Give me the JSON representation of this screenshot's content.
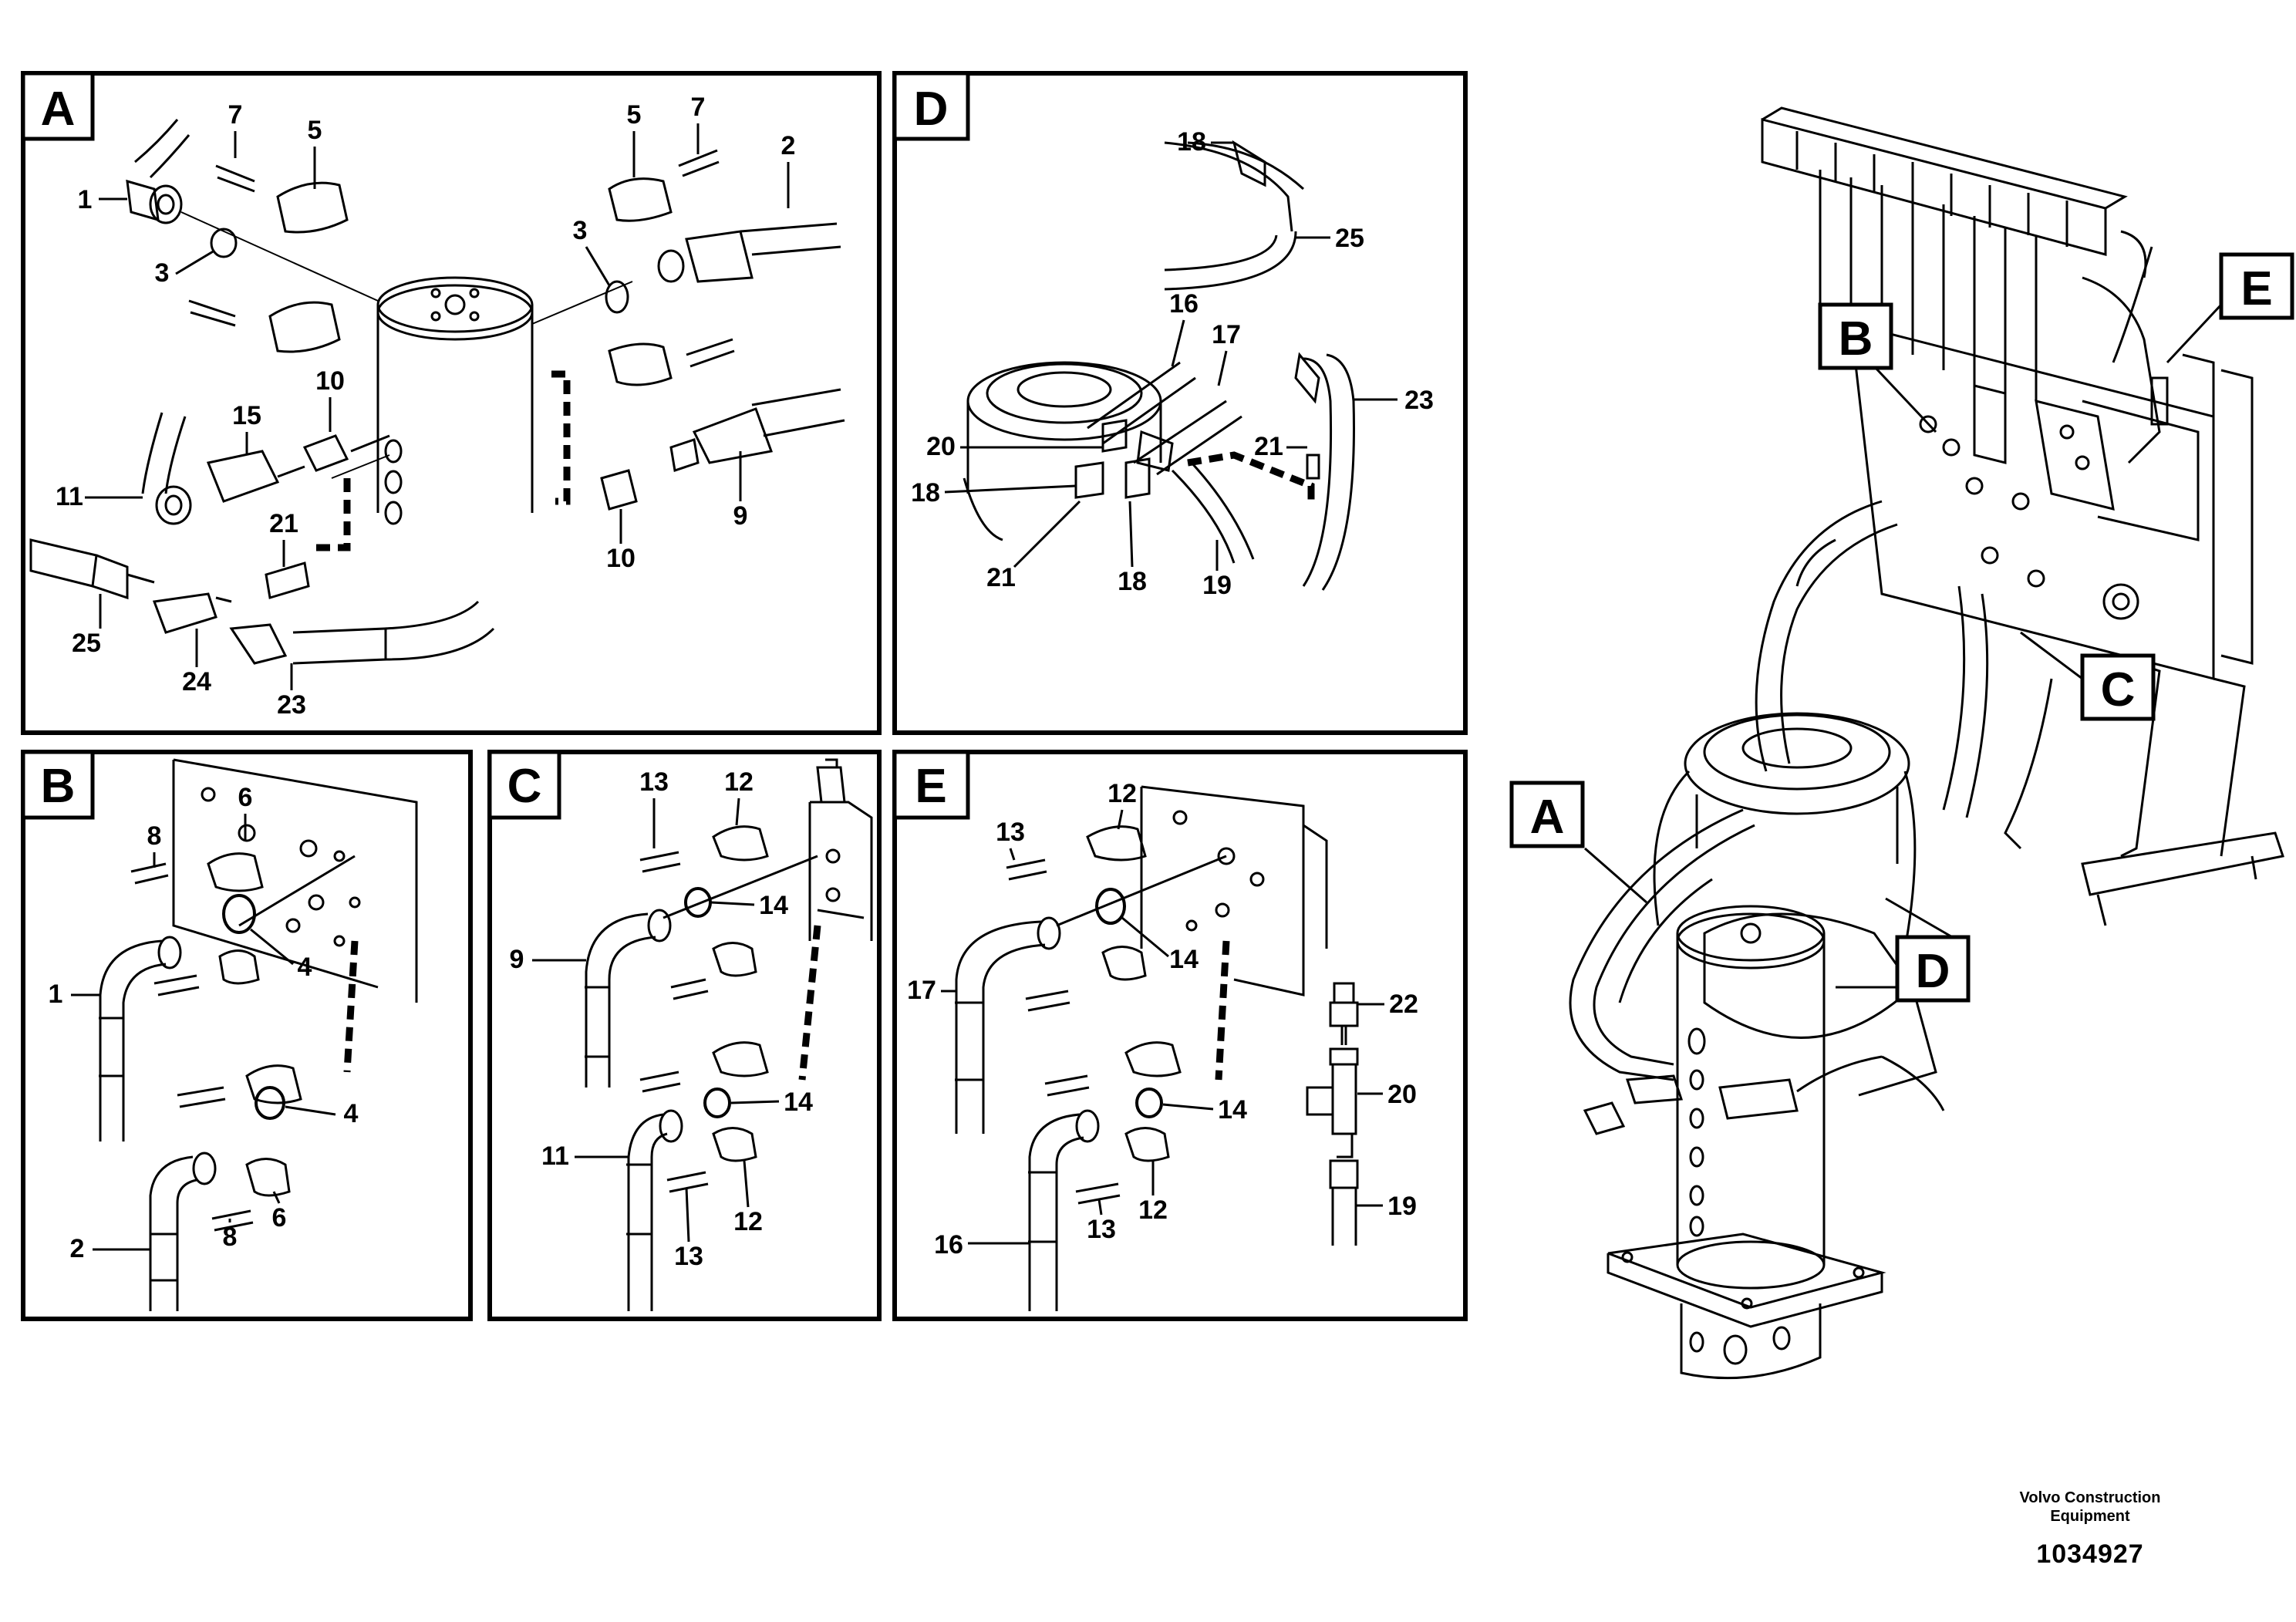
{
  "panels": [
    {
      "letter": "A",
      "labels": [
        "7",
        "5",
        "5",
        "7",
        "2",
        "1",
        "3",
        "3",
        "15",
        "10",
        "11",
        "21",
        "9",
        "10",
        "25",
        "24",
        "23"
      ]
    },
    {
      "letter": "D",
      "labels": [
        "18",
        "25",
        "16",
        "17",
        "23",
        "20",
        "21",
        "18",
        "21",
        "18",
        "19"
      ]
    },
    {
      "letter": "B",
      "labels": [
        "6",
        "8",
        "4",
        "1",
        "4",
        "2",
        "8",
        "6"
      ]
    },
    {
      "letter": "C",
      "labels": [
        "13",
        "12",
        "14",
        "9",
        "14",
        "11",
        "13",
        "12"
      ]
    },
    {
      "letter": "E",
      "labels": [
        "12",
        "13",
        "14",
        "17",
        "22",
        "20",
        "14",
        "13",
        "12",
        "16",
        "19"
      ]
    }
  ],
  "overview_callouts": [
    "E",
    "B",
    "C",
    "A",
    "D"
  ],
  "footer": {
    "brand_line1": "Volvo Construction",
    "brand_line2": "Equipment",
    "drawing_number": "1034927"
  }
}
